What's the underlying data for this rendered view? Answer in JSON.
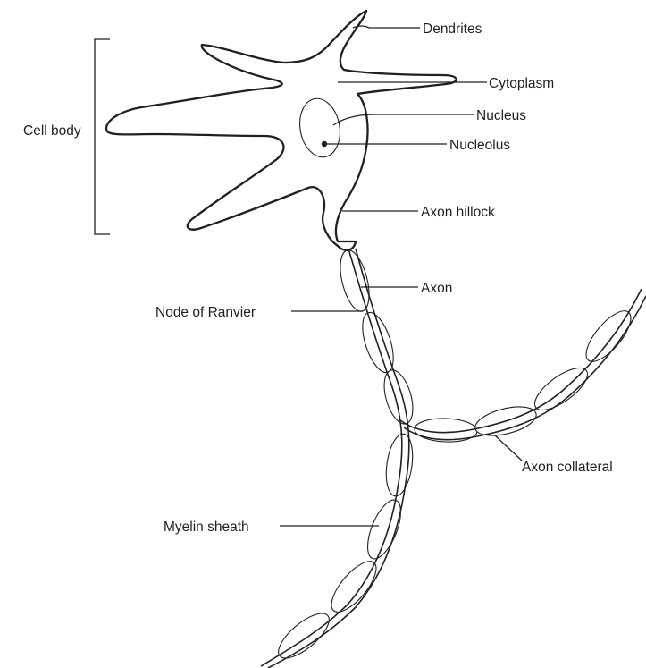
{
  "diagram": {
    "labels": {
      "dendrites": "Dendrites",
      "cytoplasm": "Cytoplasm",
      "nucleus": "Nucleus",
      "nucleolus": "Nucleolus",
      "cell_body": "Cell body",
      "axon_hillock": "Axon hillock",
      "axon": "Axon",
      "node_of_ranvier": "Node of Ranvier",
      "axon_collateral": "Axon collateral",
      "myelin_sheath": "Myelin sheath"
    }
  }
}
